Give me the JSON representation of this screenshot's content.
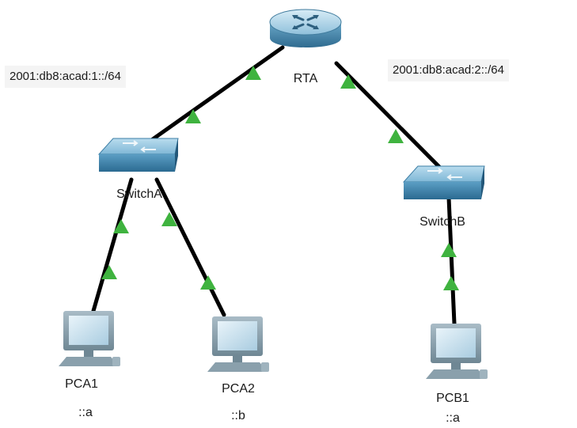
{
  "diagram": {
    "networks": [
      {
        "id": "net-a",
        "prefix": "2001:db8:acad:1::/64"
      },
      {
        "id": "net-b",
        "prefix": "2001:db8:acad:2::/64"
      }
    ],
    "devices": [
      {
        "id": "rta",
        "type": "router",
        "icon": "router-icon",
        "label": "RTA"
      },
      {
        "id": "switcha",
        "type": "switch",
        "icon": "switch-icon",
        "label": "SwitchA"
      },
      {
        "id": "switchb",
        "type": "switch",
        "icon": "switch-icon",
        "label": "SwitchB"
      },
      {
        "id": "pca1",
        "type": "pc",
        "icon": "pc-icon",
        "label": "PCA1",
        "address": "::a"
      },
      {
        "id": "pca2",
        "type": "pc",
        "icon": "pc-icon",
        "label": "PCA2",
        "address": "::b"
      },
      {
        "id": "pcb1",
        "type": "pc",
        "icon": "pc-icon",
        "label": "PCB1",
        "address": "::a"
      }
    ],
    "links": [
      {
        "from": "rta",
        "to": "switcha",
        "status": "up"
      },
      {
        "from": "rta",
        "to": "switchb",
        "status": "up"
      },
      {
        "from": "switcha",
        "to": "pca1",
        "status": "up"
      },
      {
        "from": "switcha",
        "to": "pca2",
        "status": "up"
      },
      {
        "from": "switchb",
        "to": "pcb1",
        "status": "up"
      }
    ],
    "colors": {
      "link": "#000000",
      "link_up_indicator": "#3fb33f",
      "router_body": "#5f9fc0",
      "switch_body": "#4e8fb4",
      "pc_body": "#8da3b0",
      "pc_screen": "#cfe3ee",
      "label_background": "#f4f4f4"
    }
  }
}
